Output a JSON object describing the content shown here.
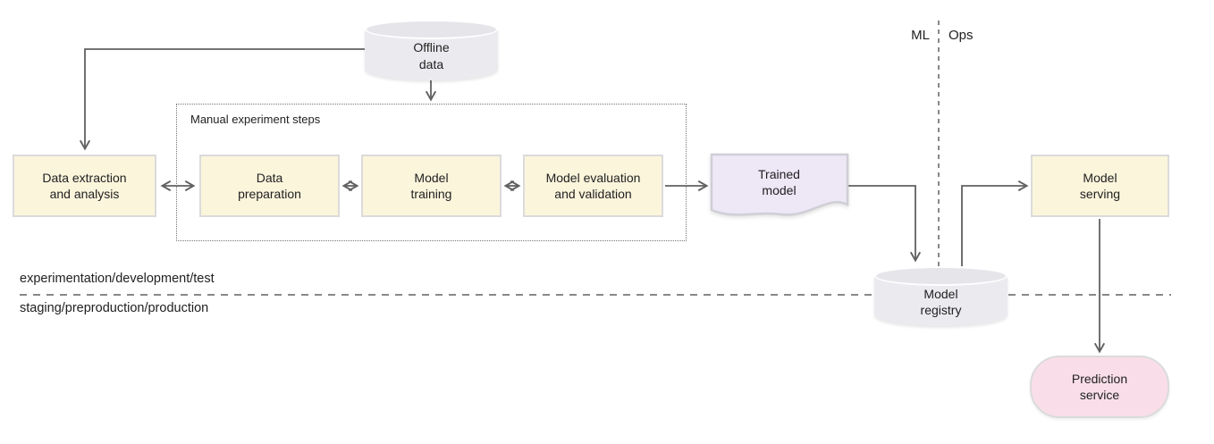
{
  "diagram": {
    "nodes": {
      "offline_data": {
        "label": "Offline\ndata",
        "shape": "cylinder"
      },
      "data_extraction": {
        "label": "Data extraction\nand analysis",
        "shape": "process"
      },
      "data_preparation": {
        "label": "Data\npreparation",
        "shape": "process"
      },
      "model_training": {
        "label": "Model\ntraining",
        "shape": "process"
      },
      "model_evaluation": {
        "label": "Model evaluation\nand validation",
        "shape": "process"
      },
      "trained_model": {
        "label": "Trained\nmodel",
        "shape": "document"
      },
      "model_registry": {
        "label": "Model\nregistry",
        "shape": "cylinder"
      },
      "model_serving": {
        "label": "Model\nserving",
        "shape": "process"
      },
      "prediction_service": {
        "label": "Prediction\nservice",
        "shape": "rounded"
      }
    },
    "groups": {
      "manual_experiment": {
        "label": "Manual experiment steps"
      }
    },
    "dividers": {
      "ml_label": "ML",
      "ops_label": "Ops",
      "top_environment": "experimentation/development/test",
      "bottom_environment": "staging/preproduction/production"
    },
    "colors": {
      "process_fill": "#FBF5DC",
      "process_border": "#DBDBDB",
      "cylinder_fill": "#EBEBEF",
      "document_fill": "#EDE7F6",
      "service_fill": "#F9DEE9",
      "connector": "#616161",
      "text": "#212121"
    }
  }
}
